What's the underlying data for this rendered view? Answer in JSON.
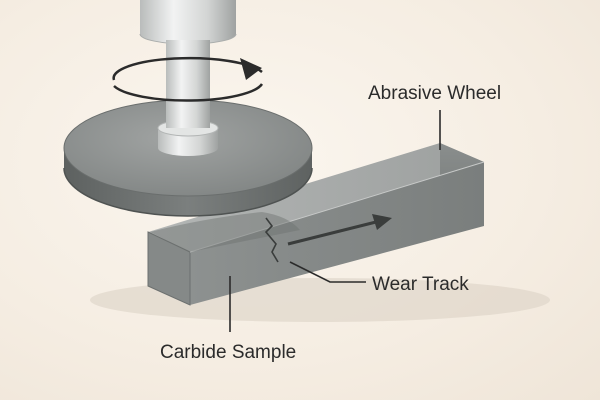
{
  "labels": {
    "wheel": "Abrasive Wheel",
    "track": "Wear Track",
    "sample": "Carbide Sample"
  },
  "colors": {
    "background": "#f6efe6",
    "metal_light": "#a7a9a8",
    "metal_mid": "#8f9291",
    "metal_dark": "#6f7372",
    "shaft": "#d4d6d5",
    "ink": "#2b2b2b"
  },
  "icons": {
    "rotation": "rotation-arrow-icon",
    "direction": "direction-arrow-icon"
  }
}
